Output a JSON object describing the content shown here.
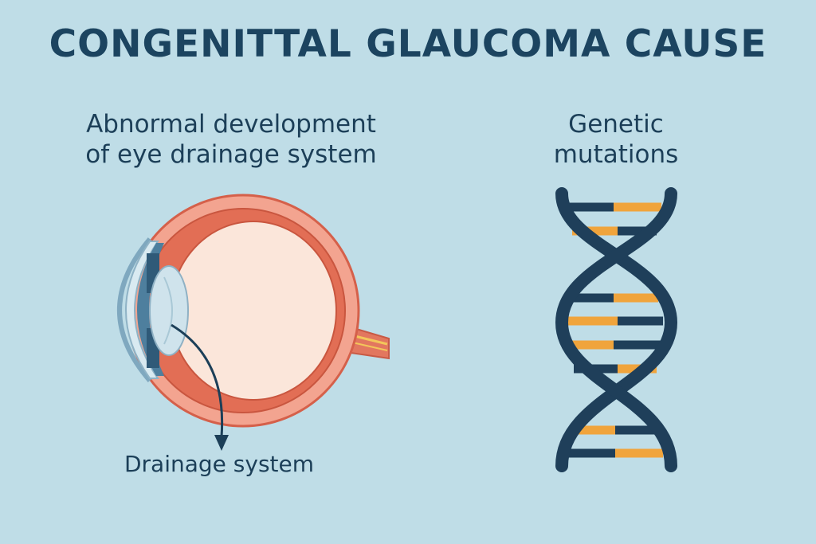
{
  "title": "CONGENITTAL GLAUCOMA CAUSE",
  "left_panel": {
    "caption_line1": "Abnormal development",
    "caption_line2": "of eye drainage system",
    "label": "Drainage system"
  },
  "right_panel": {
    "caption_line1": "Genetic",
    "caption_line2": "mutations"
  },
  "colors": {
    "background": "#bfdde7",
    "title": "#1c4460",
    "text": "#1c3f58",
    "dna_strand": "#1f3f5a",
    "dna_accent": "#f0a43c",
    "eye_outer": "#e0705a",
    "eye_inner": "#fbe7dc"
  },
  "icons": [
    "eye-cross-section-icon",
    "dna-helix-icon",
    "arrow-icon"
  ]
}
